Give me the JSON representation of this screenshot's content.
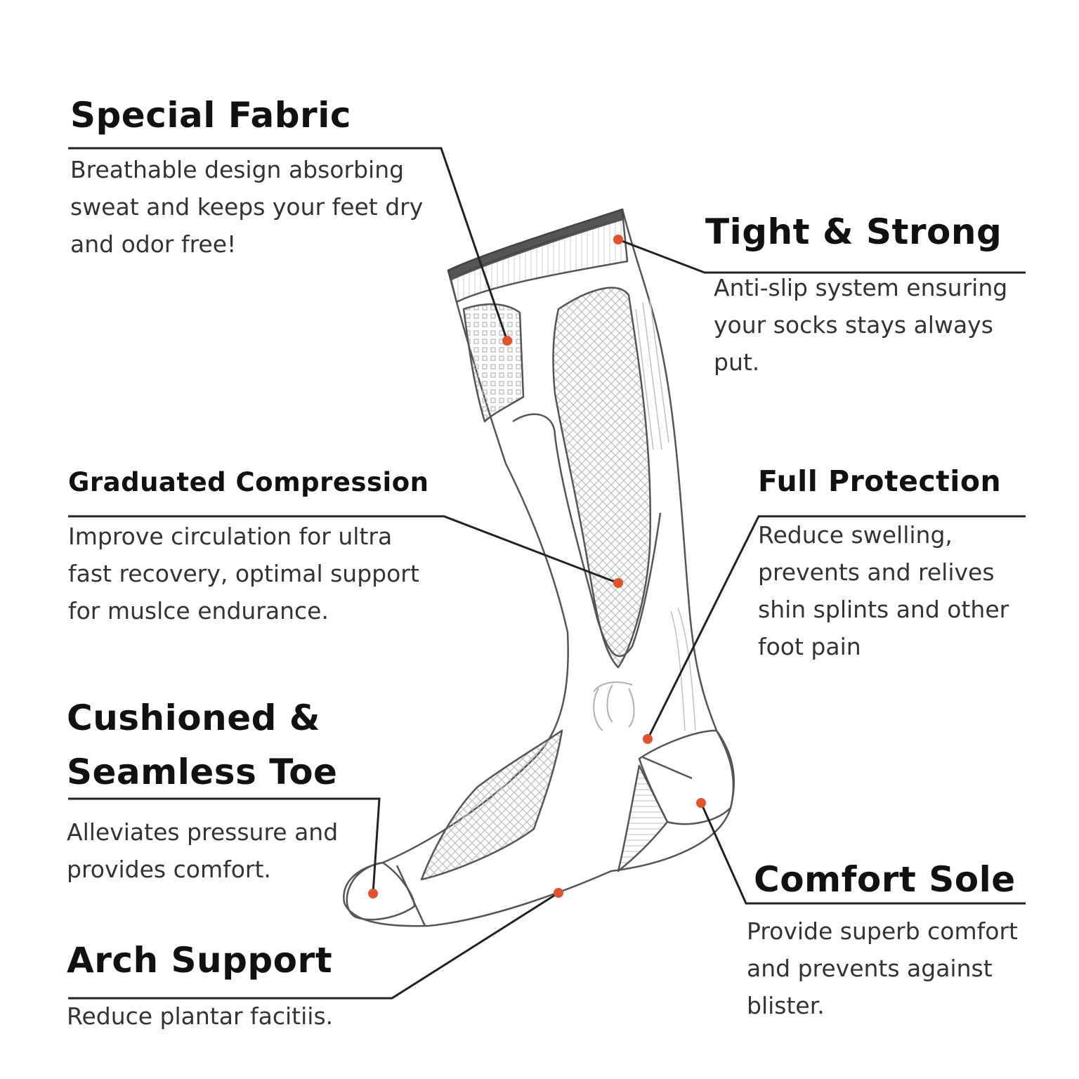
{
  "callouts": {
    "special_fabric": {
      "title": "Special Fabric",
      "lines": [
        "Breathable design absorbing",
        "sweat and keeps your feet dry",
        "and odor free!"
      ]
    },
    "tight_strong": {
      "title": "Tight & Strong",
      "lines": [
        "Anti-slip system ensuring",
        "your socks stays always",
        "put."
      ]
    },
    "graduated_compression": {
      "title": "Graduated Compression",
      "lines": [
        "Improve circulation for ultra",
        "fast recovery, optimal support",
        "for muslce endurance."
      ]
    },
    "full_protection": {
      "title": "Full Protection",
      "lines": [
        "Reduce swelling,",
        "prevents and relives",
        "shin splints and other",
        "foot pain"
      ]
    },
    "cushioned_toe": {
      "title_lines": [
        "Cushioned &",
        "Seamless Toe"
      ],
      "lines": [
        "Alleviates pressure and",
        "provides comfort."
      ]
    },
    "arch_support": {
      "title": "Arch Support",
      "lines": [
        "Reduce plantar facitiis."
      ]
    },
    "comfort_sole": {
      "title": "Comfort Sole",
      "lines": [
        "Provide superb comfort",
        "and prevents against",
        "blister."
      ]
    }
  },
  "colors": {
    "marker": "#e2532d",
    "leader_line": "#222222",
    "outline": "#555555",
    "knit_pattern": "#bdbdbd"
  }
}
